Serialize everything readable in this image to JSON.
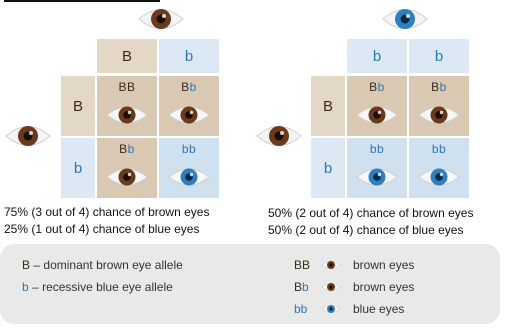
{
  "left_square": {
    "top_headers": [
      "B",
      "b"
    ],
    "side_headers": [
      "B",
      "b"
    ],
    "cells": [
      "BB",
      "Bb",
      "Bb",
      "bb"
    ],
    "stats": [
      "75% (3 out of 4) chance of brown eyes",
      "25% (1 out of 4) chance of blue eyes"
    ]
  },
  "right_square": {
    "top_headers": [
      "b",
      "b"
    ],
    "side_headers": [
      "B",
      "b"
    ],
    "cells": [
      "Bb",
      "Bb",
      "bb",
      "bb"
    ],
    "stats": [
      "50% (2 out of 4) chance of brown eyes",
      "50% (2 out of 4) chance of blue eyes"
    ]
  },
  "legend": {
    "alleles": [
      {
        "symbol": "B",
        "dash": "–",
        "text": "dominant brown eye allele"
      },
      {
        "symbol": "b",
        "dash": "–",
        "text": "recessive blue eye allele"
      }
    ],
    "genotypes": [
      {
        "code": "BB",
        "text": "brown eyes"
      },
      {
        "code": "Bb",
        "text": "brown eyes"
      },
      {
        "code": "bb",
        "text": "blue eyes"
      }
    ]
  },
  "colors": {
    "brown_iris": "#6b3a1c",
    "blue_iris": "#2f7fbf",
    "tan_cell": "#d9c8b2",
    "blue_cell": "#cfe0ef"
  },
  "icons": [
    "eye-brown-icon",
    "eye-blue-icon"
  ]
}
